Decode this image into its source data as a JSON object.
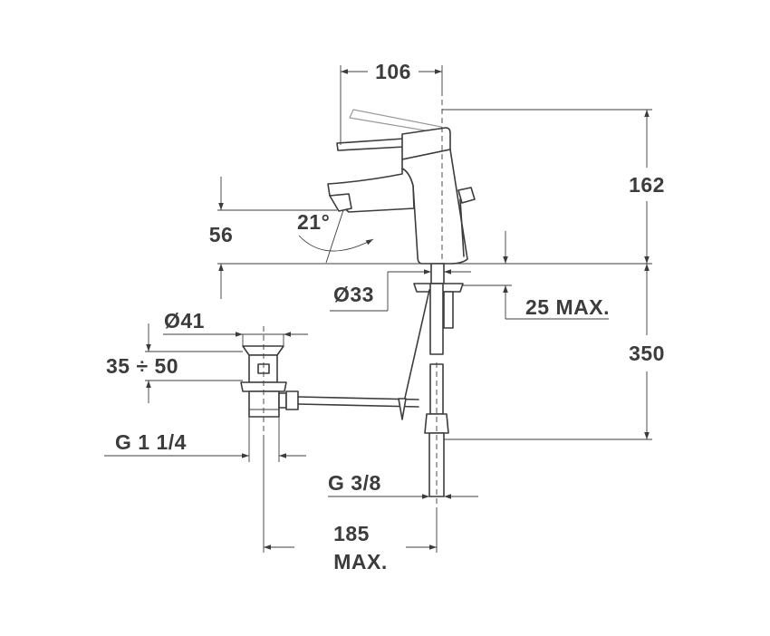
{
  "labels": {
    "spout_reach": "106",
    "height_total": "162",
    "spout_height": "56",
    "lever_angle": "21°",
    "body_diameter": "Ø33",
    "countertop_thickness": "25 MAX.",
    "hose_length": "350",
    "waste_diameter": "Ø41",
    "waste_range": "35 ÷ 50",
    "waste_thread": "G 1 1/4",
    "supply_thread": "G 3/8",
    "rod_reach_value": "185",
    "rod_reach_suffix": "MAX."
  },
  "colors": {
    "line": "#3c3c3c",
    "background": "#ffffff"
  }
}
